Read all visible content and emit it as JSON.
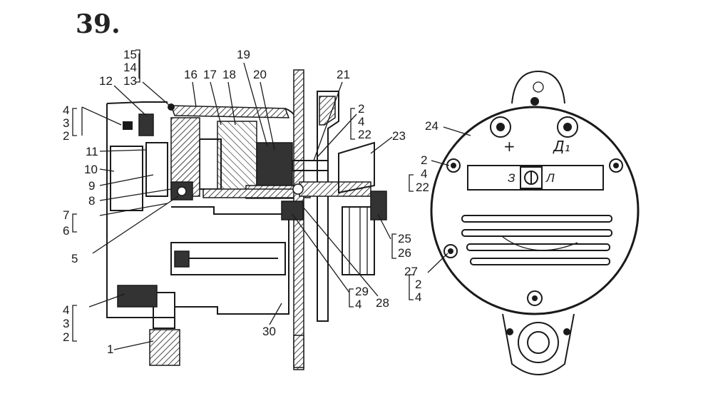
{
  "figure": {
    "number": "39.",
    "side_view_labels": {
      "l15": "15",
      "l14": "14",
      "l13": "13",
      "l16": "16",
      "l17": "17",
      "l18": "18",
      "l19": "19",
      "l20": "20",
      "l21": "21",
      "l12": "12",
      "l4a": "4",
      "l3a": "3",
      "l2a": "2",
      "l11": "11",
      "l10": "10",
      "l9": "9",
      "l8": "8",
      "l7": "7",
      "l6": "6",
      "l5": "5",
      "l2b": "2",
      "l4b": "4",
      "l22a": "22",
      "l23": "23",
      "l25": "25",
      "l26": "26",
      "l29": "29",
      "l4c": "4",
      "l28": "28",
      "l30": "30",
      "l4d": "4",
      "l3d": "3",
      "l2d": "2",
      "l1": "1"
    },
    "end_view_labels": {
      "l24": "24",
      "l2e": "2",
      "l4e": "4",
      "l22e": "22",
      "l27": "27",
      "l2f": "2",
      "l4f": "4"
    },
    "terminal_marks": {
      "plus": "+",
      "d1": "Д₁",
      "z": "З",
      "l": "Л"
    }
  }
}
